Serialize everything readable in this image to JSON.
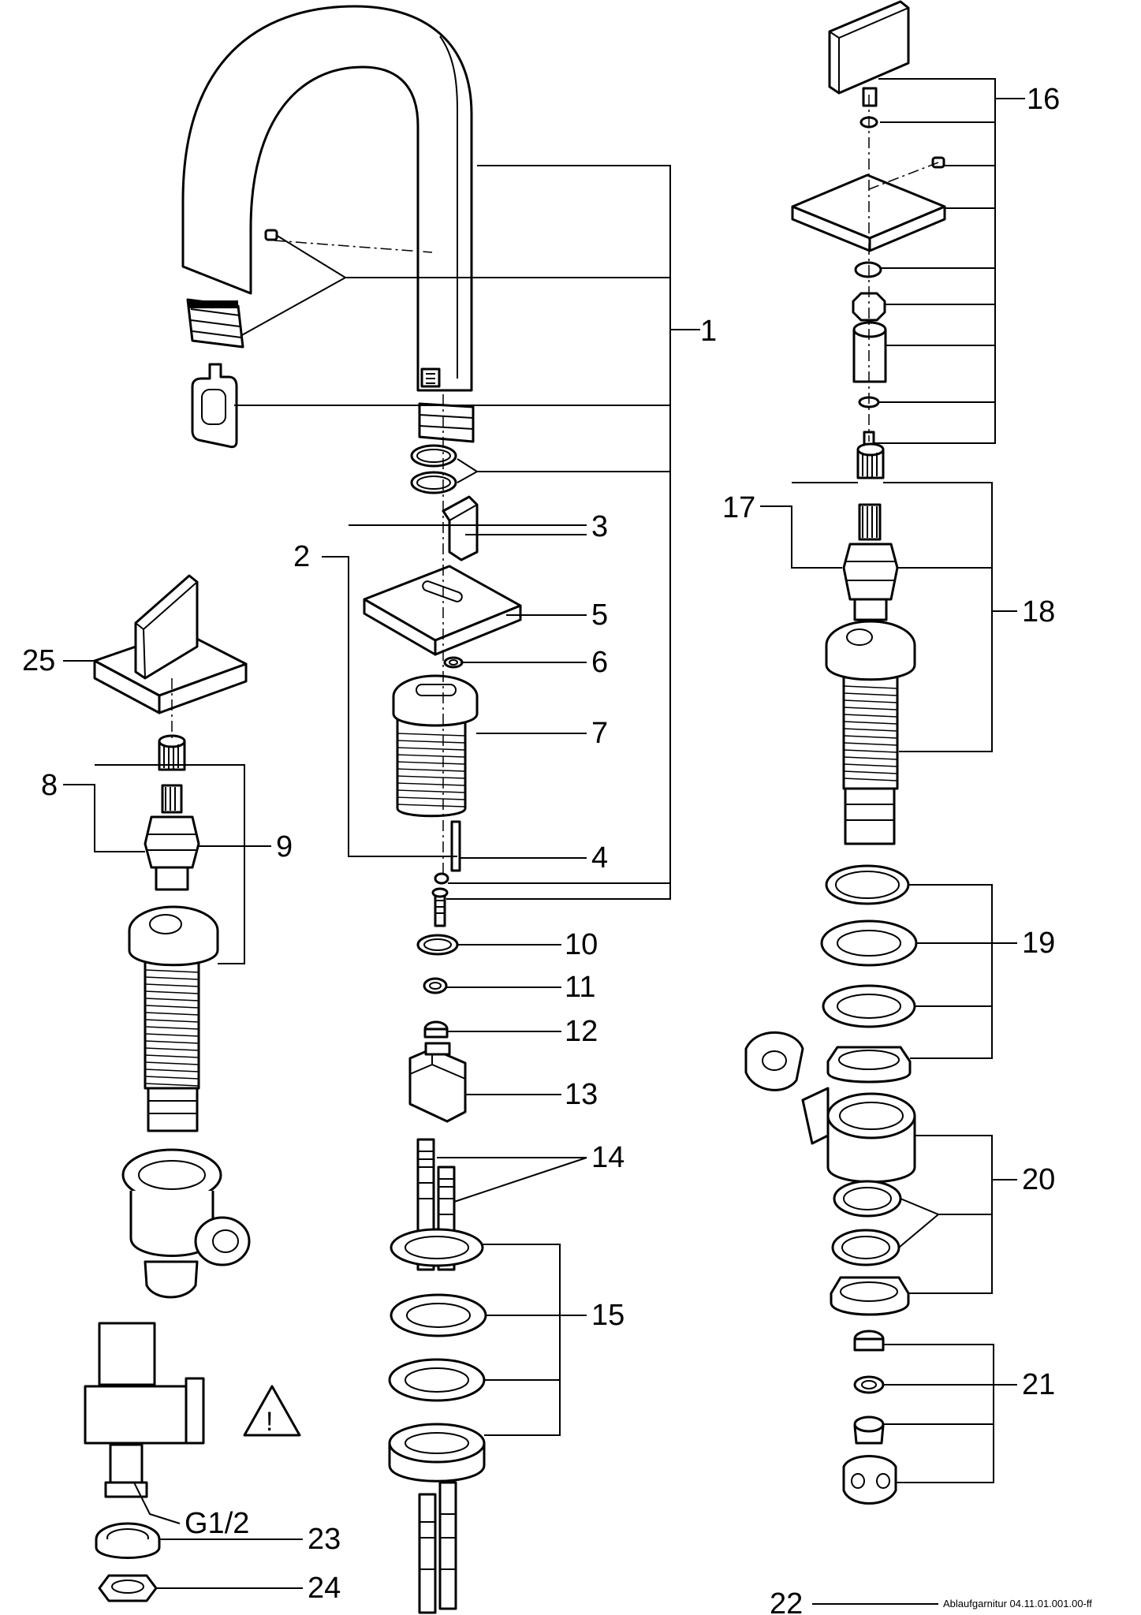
{
  "callouts": {
    "c1": "1",
    "c2": "2",
    "c3": "3",
    "c4": "4",
    "c5": "5",
    "c6": "6",
    "c7": "7",
    "c8": "8",
    "c9": "9",
    "c10": "10",
    "c11": "11",
    "c12": "12",
    "c13": "13",
    "c14": "14",
    "c15": "15",
    "c16": "16",
    "c17": "17",
    "c18": "18",
    "c19": "19",
    "c20": "20",
    "c21": "21",
    "c22": "22",
    "c23": "23",
    "c24": "24",
    "c25": "25"
  },
  "thread_label": "G1/2",
  "warning_symbol": "!",
  "footnote": "Ablaufgarnitur 04.11.01.001.00-ff"
}
